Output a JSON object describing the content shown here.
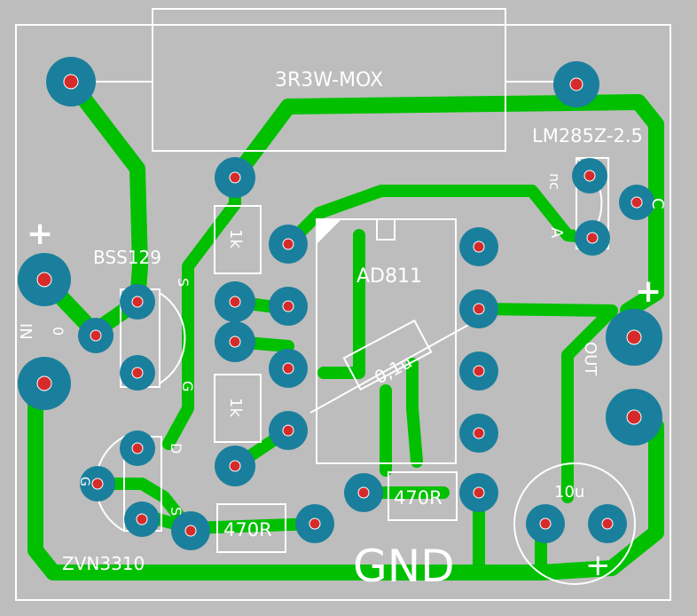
{
  "labels": {
    "resistor_mox": "3R3W-MOX",
    "regulator": "LM285Z-2.5",
    "reg_pin_nc": "nc",
    "reg_pin_c": "C",
    "reg_pin_a": "A",
    "opamp": "AD811",
    "cap_small": "0,1u",
    "fet_top": "BSS129",
    "fet_top_s": "S",
    "fet_top_g": "G",
    "fet_top_d": "D",
    "fet_bottom": "ZVN3310",
    "fet_bottom_g": "G",
    "fet_bottom_s": "S",
    "res_1k_top": "1k",
    "res_1k_bottom": "1k",
    "res_470_left": "470R",
    "res_470_right": "470R",
    "cap_electrolytic": "10u",
    "cap_plus": "+",
    "in_plus": "+",
    "in_label": "IN",
    "in_zero": "0",
    "out_plus": "+",
    "out_label": "OUT",
    "gnd": "GND"
  },
  "colors": {
    "board": "#bdbdbd",
    "copper": "#00c000",
    "pad": "#1a7f9c",
    "drill": "#d62b2b",
    "silkscreen": "#ffffff"
  }
}
